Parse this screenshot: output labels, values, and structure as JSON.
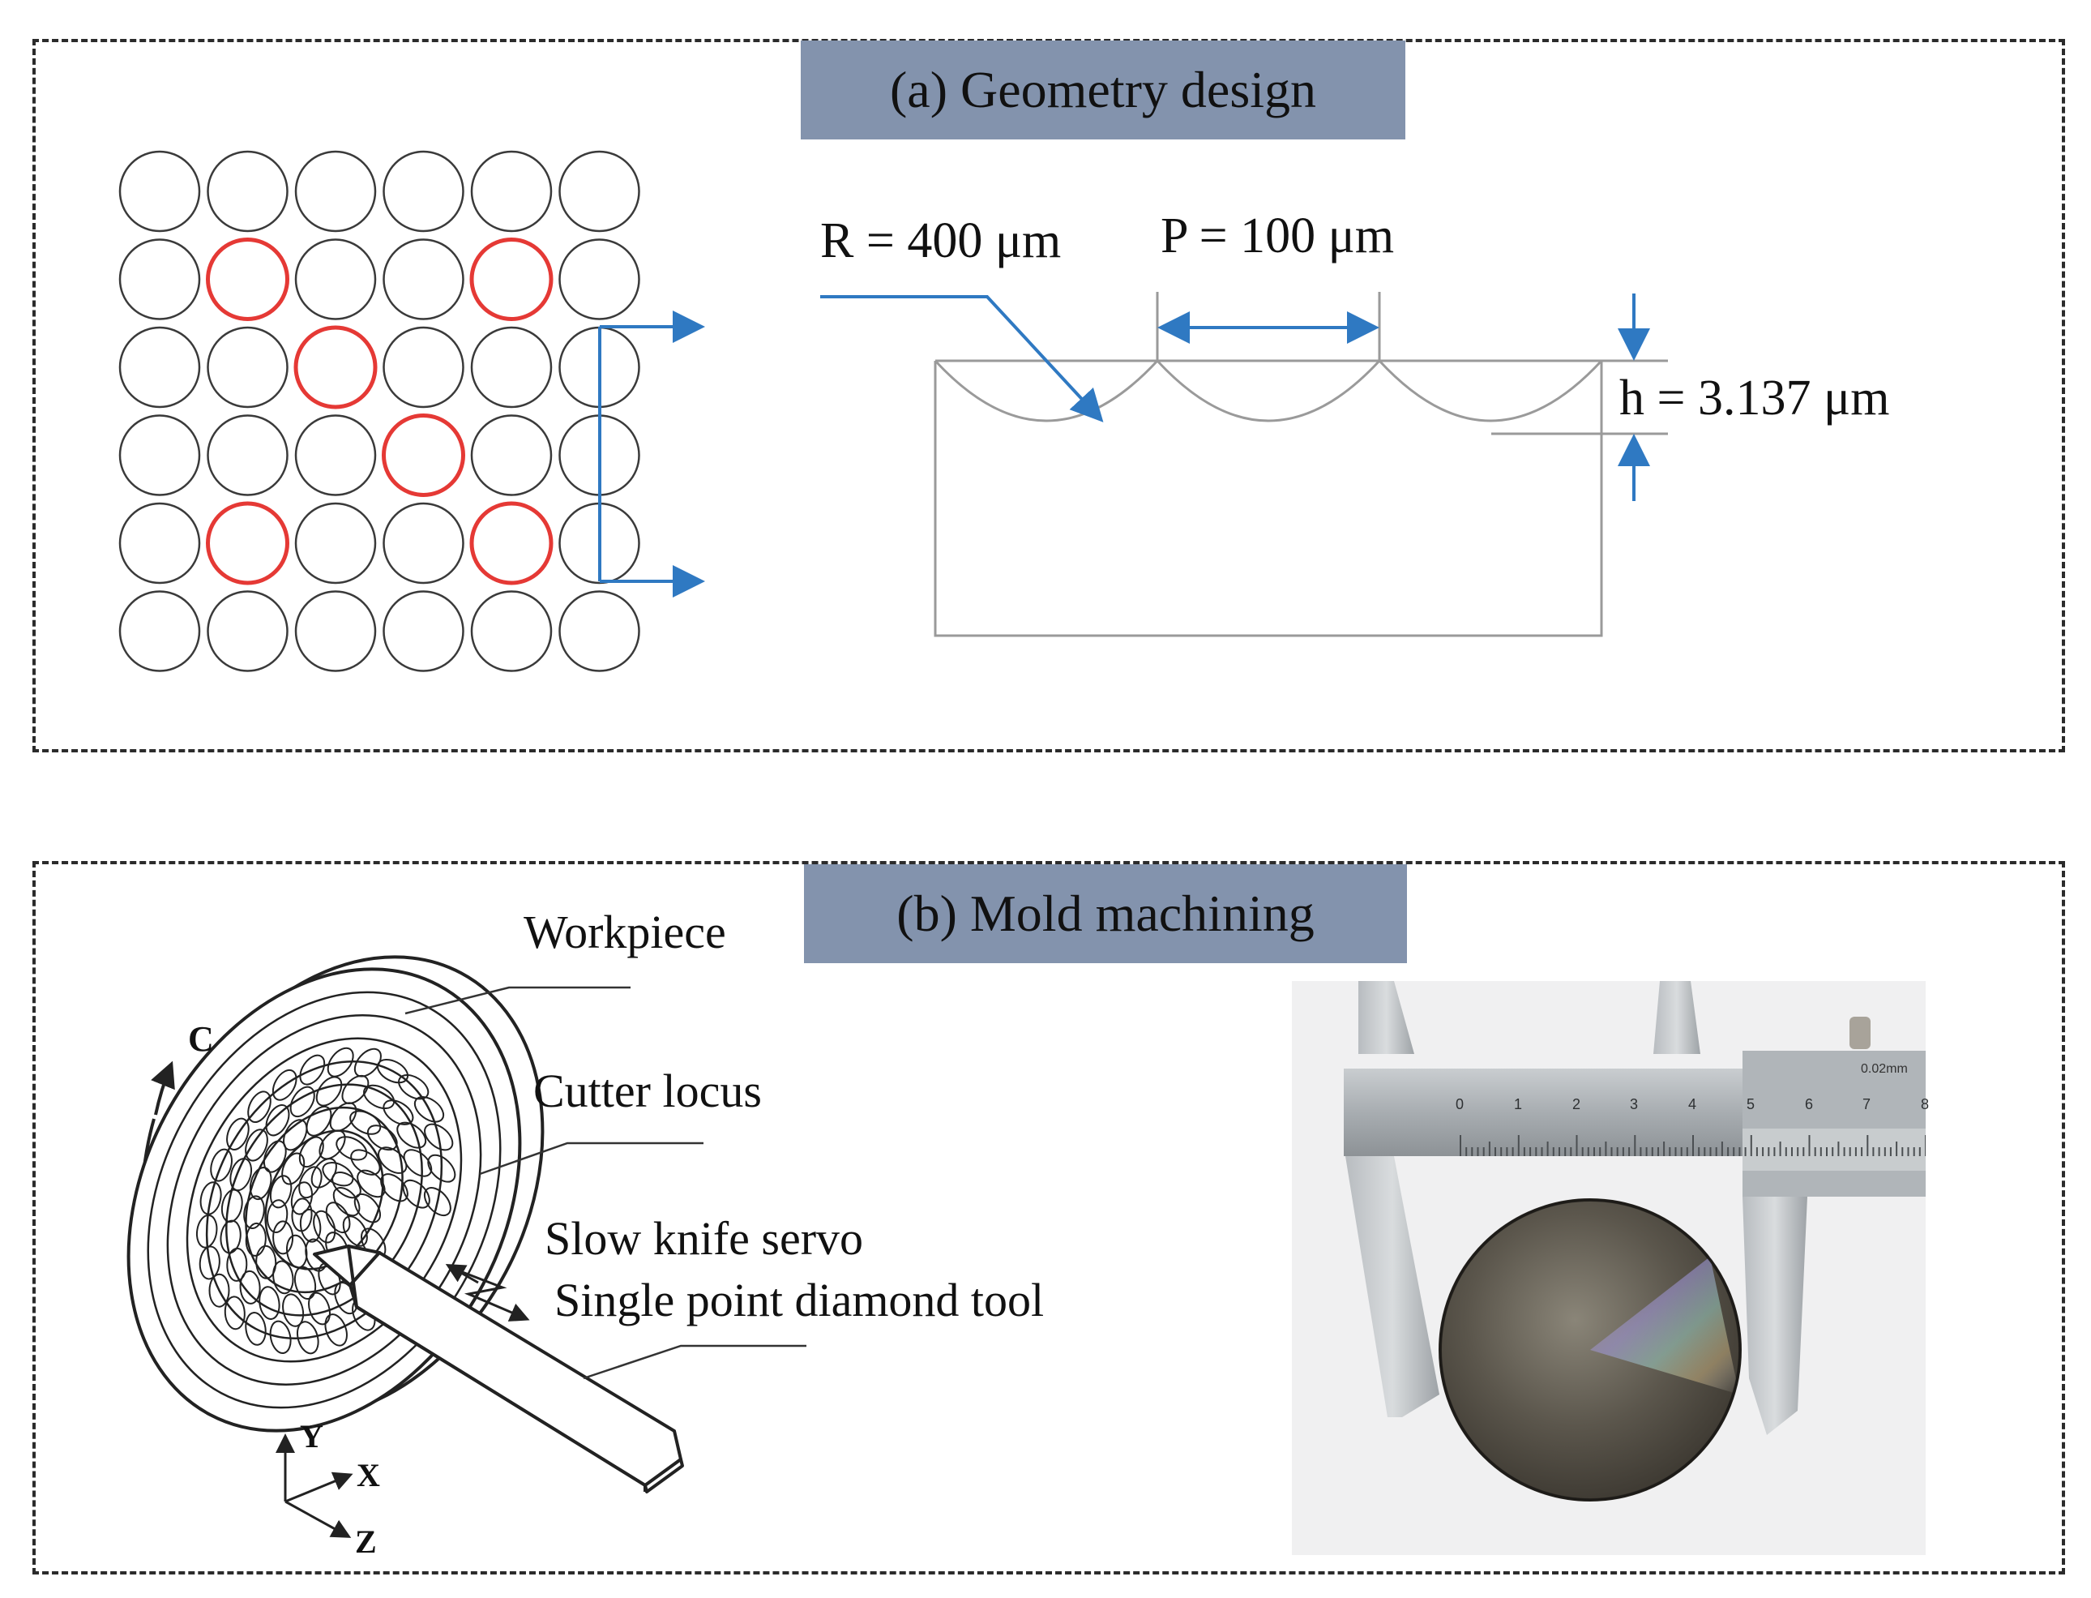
{
  "panel_a": {
    "title": "(a) Geometry design",
    "grid": {
      "rows": 6,
      "cols": 6,
      "highlighted": [
        [
          1,
          1
        ],
        [
          1,
          4
        ],
        [
          2,
          2
        ],
        [
          3,
          3
        ],
        [
          4,
          1
        ],
        [
          4,
          4
        ]
      ],
      "normal_color": "#3a3a3a",
      "highlight_color": "#e53935"
    },
    "radius_label": "R = 400 μm",
    "pitch_label": "P = 100 μm",
    "height_label": "h = 3.137 μm",
    "arrow_color": "#2f79c2"
  },
  "panel_b": {
    "title": "(b) Mold machining",
    "labels": {
      "workpiece": "Workpiece",
      "cutter_locus": "Cutter locus",
      "slow_knife_servo": "Slow knife servo",
      "tool": "Single point diamond tool",
      "axis_c": "C",
      "axis_y": "Y",
      "axis_x": "X",
      "axis_z": "Z"
    },
    "photo": {
      "caliper_marking": "0.02mm",
      "scale_numbers": [
        "0",
        "1",
        "2",
        "3",
        "4",
        "5",
        "6",
        "7",
        "8"
      ]
    }
  }
}
